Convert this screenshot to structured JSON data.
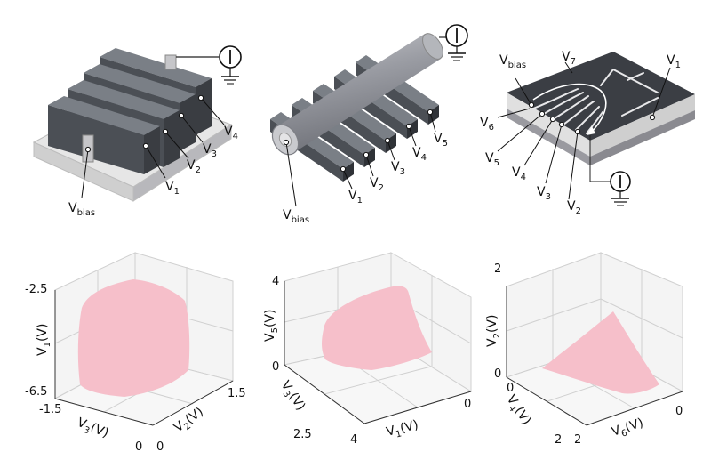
{
  "colors": {
    "electrode_top": "#7a7f86",
    "electrode_front": "#4b4f55",
    "electrode_side": "#3a3d42",
    "substrate_top": "#e6e6e6",
    "substrate_front": "#cfcfcf",
    "substrate_dark": "#9a9aa0",
    "chip_top": "#3b3e44",
    "nanowire": "#9a9ca3",
    "region_fill": "#f6bfca",
    "axis_grid": "#cfcfcf",
    "ink": "#111111"
  },
  "devices": {
    "fin": {
      "gate_labels": [
        {
          "base": "V",
          "sub": "1"
        },
        {
          "base": "V",
          "sub": "2"
        },
        {
          "base": "V",
          "sub": "3"
        },
        {
          "base": "V",
          "sub": "4"
        }
      ],
      "bias_label": {
        "base": "V",
        "sub": "bias"
      }
    },
    "nanowire": {
      "gate_labels": [
        {
          "base": "V",
          "sub": "1"
        },
        {
          "base": "V",
          "sub": "2"
        },
        {
          "base": "V",
          "sub": "3"
        },
        {
          "base": "V",
          "sub": "4"
        },
        {
          "base": "V",
          "sub": "5"
        }
      ],
      "bias_label": {
        "base": "V",
        "sub": "bias"
      }
    },
    "planar": {
      "gate_labels": [
        {
          "base": "V",
          "sub": "1"
        },
        {
          "base": "V",
          "sub": "2"
        },
        {
          "base": "V",
          "sub": "3"
        },
        {
          "base": "V",
          "sub": "4"
        },
        {
          "base": "V",
          "sub": "5"
        },
        {
          "base": "V",
          "sub": "6"
        },
        {
          "base": "V",
          "sub": "7"
        }
      ],
      "bias_label": {
        "base": "V",
        "sub": "bias"
      }
    }
  },
  "plots": [
    {
      "z_label": {
        "base": "V",
        "sub": "1",
        "unit": "(V)"
      },
      "z_ticks": [
        "-2.5",
        "-6.5"
      ],
      "left_label": {
        "base": "V",
        "sub": "3",
        "unit": "(V)"
      },
      "left_ticks": [
        "-1.5",
        "0"
      ],
      "right_label": {
        "base": "V",
        "sub": "2",
        "unit": "(V)"
      },
      "right_ticks": [
        "1.5",
        "0"
      ]
    },
    {
      "z_label": {
        "base": "V",
        "sub": "5",
        "unit": "(V)"
      },
      "z_ticks": [
        "4",
        "0"
      ],
      "left_label": {
        "base": "V",
        "sub": "3",
        "unit": "(V)"
      },
      "left_ticks": [
        "2.5",
        "4"
      ],
      "right_label": {
        "base": "V",
        "sub": "1",
        "unit": "(V)"
      },
      "right_ticks": [
        "0"
      ]
    },
    {
      "z_label": {
        "base": "V",
        "sub": "2",
        "unit": "(V)"
      },
      "z_ticks": [
        "2",
        "0"
      ],
      "left_label": {
        "base": "V",
        "sub": "4",
        "unit": "(V)"
      },
      "left_ticks": [
        "0",
        "2"
      ],
      "right_label": {
        "base": "V",
        "sub": "6",
        "unit": "(V)"
      },
      "right_ticks": [
        "2",
        "0"
      ]
    }
  ]
}
